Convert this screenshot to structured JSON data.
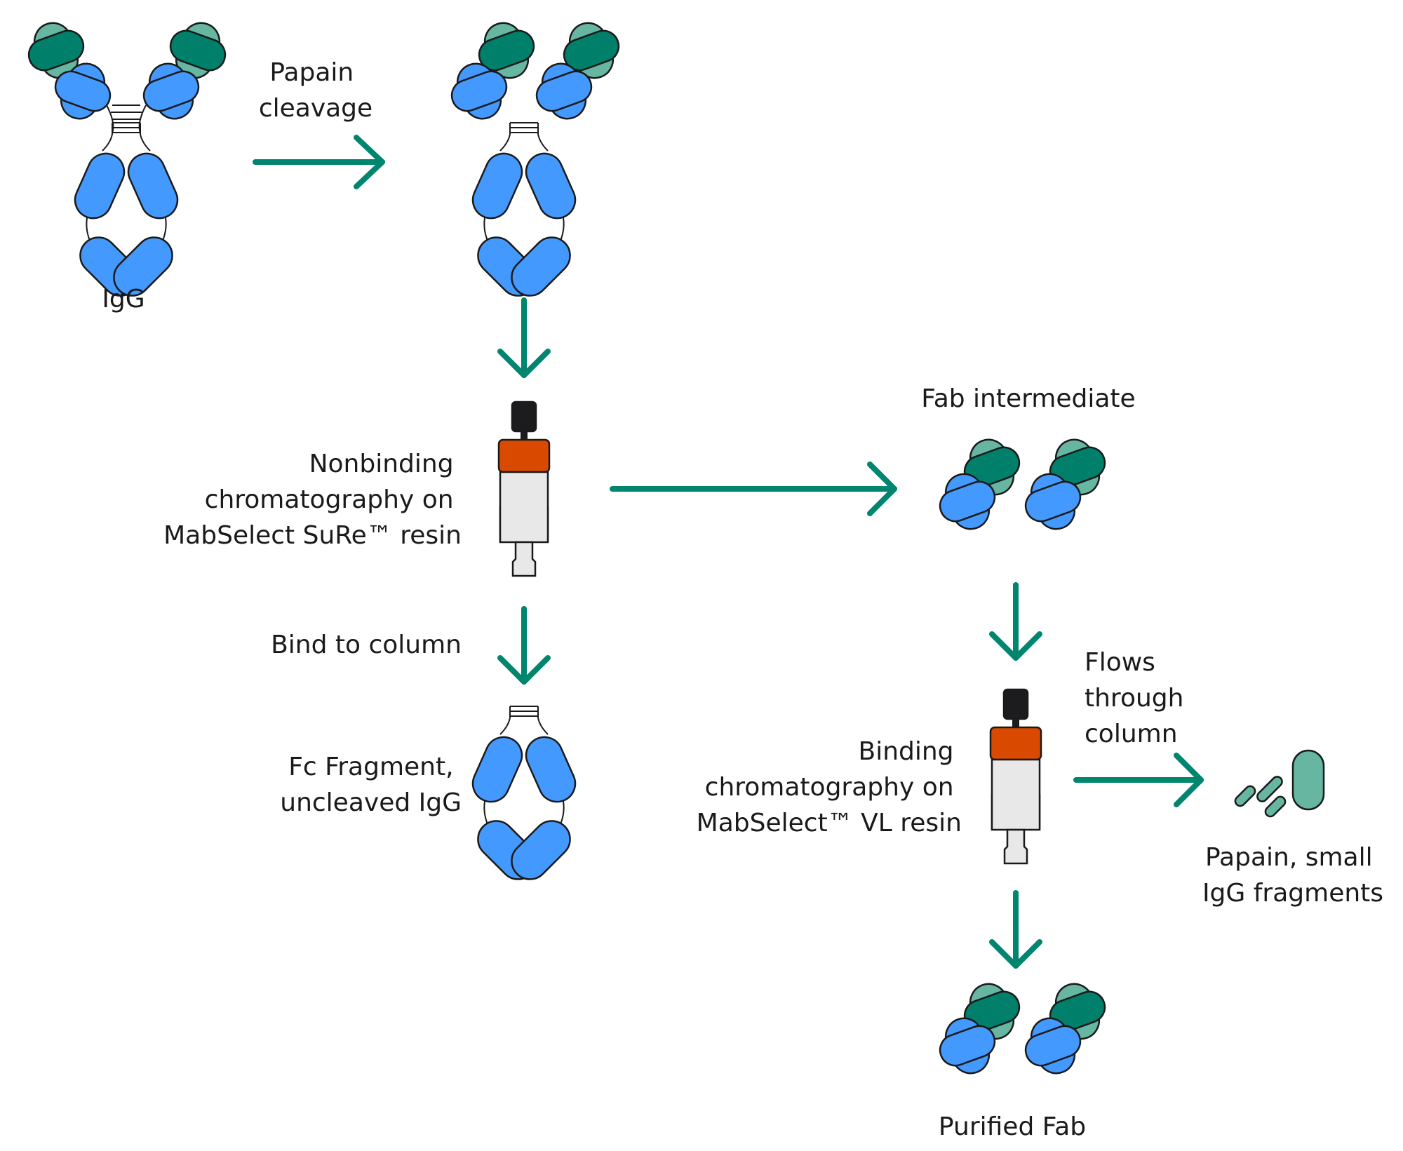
{
  "colors": {
    "arrow": "#00856f",
    "heavy_blue": "#4499ff",
    "light_dark_green": "#00806a",
    "light_pale_green": "#66b6a2",
    "cap_black": "#1c1c1e",
    "column_orange": "#d94a00",
    "column_body": "#e8e8e8",
    "outline": "#1a1a1a",
    "text": "#1a1a1a"
  },
  "labels": {
    "igg": "IgG",
    "papain_cleavage": [
      "Papain",
      "cleavage"
    ],
    "fab_intermediate": "Fab intermediate",
    "nonbinding": [
      "Nonbinding",
      "chromatography on",
      "MabSelect SuRe™ resin"
    ],
    "bind_to_column": "Bind to column",
    "fc_fragment": [
      "Fc Fragment,",
      "uncleaved IgG"
    ],
    "binding": [
      "Binding",
      "chromatography on",
      "MabSelect™ VL resin"
    ],
    "flows_through": [
      "Flows",
      "through",
      "column"
    ],
    "papain_small": [
      "Papain, small",
      "IgG fragments"
    ],
    "purified_fab": "Purified Fab"
  }
}
